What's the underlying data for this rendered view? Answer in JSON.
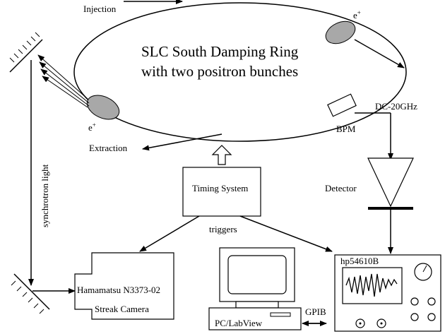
{
  "diagram": {
    "ring_title_line1": "SLC South Damping Ring",
    "ring_title_line2": "with two positron bunches",
    "injection": "Injection",
    "extraction": "Extraction",
    "bunch_label": "e",
    "bunch_sup": "+",
    "bpm": "BPM",
    "dc_label": "DC-20GHz",
    "detector": "Detector",
    "timing_system": "Timing System",
    "triggers": "triggers",
    "synchrotron_light": "synchrotron light",
    "camera_line1": "Hamamatsu N3373-02",
    "camera_line2": "Streak Camera",
    "scope_model": "hp54610B",
    "pc_label": "PC/LabView",
    "gpib": "GPIB"
  },
  "colors": {
    "bunch_fill": "#a8a8a8",
    "stroke": "#000000"
  }
}
